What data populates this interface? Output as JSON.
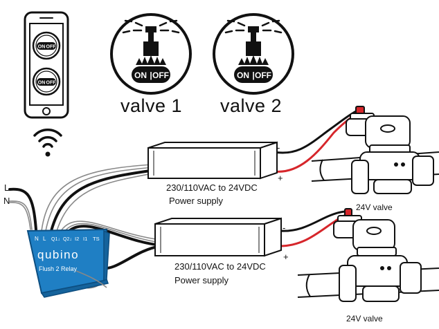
{
  "phone": {
    "switch_1": {
      "on": "ON",
      "off": "OFF"
    },
    "switch_2": {
      "on": "ON",
      "off": "OFF"
    }
  },
  "sprinklers": [
    {
      "on": "ON",
      "separator": "|",
      "off": "OFF",
      "caption": "valve 1"
    },
    {
      "on": "ON",
      "separator": "|",
      "off": "OFF",
      "caption": "valve 2"
    }
  ],
  "mains": {
    "l_label": "L",
    "n_label": "N"
  },
  "relay": {
    "terminals": [
      "N",
      "L",
      "Q1↓",
      "Q2↓",
      "I2",
      "I1",
      "TS"
    ],
    "brand": "qubino",
    "model": "Flush 2 Relay"
  },
  "power_supplies": [
    {
      "line1": "230/110VAC to 24VDC",
      "line2": "Power supply",
      "minus": "-",
      "plus": "+"
    },
    {
      "line1": "230/110VAC to 24VDC",
      "line2": "Power supply",
      "minus": "-",
      "plus": "+"
    }
  ],
  "valves": [
    {
      "label": "24V  valve"
    },
    {
      "label": "24V  valve"
    }
  ],
  "colors": {
    "relay_blue": "#1f7fc4",
    "relay_blue_dark": "#15639c",
    "wire_red": "#d6262b",
    "wire_black": "#111111"
  }
}
